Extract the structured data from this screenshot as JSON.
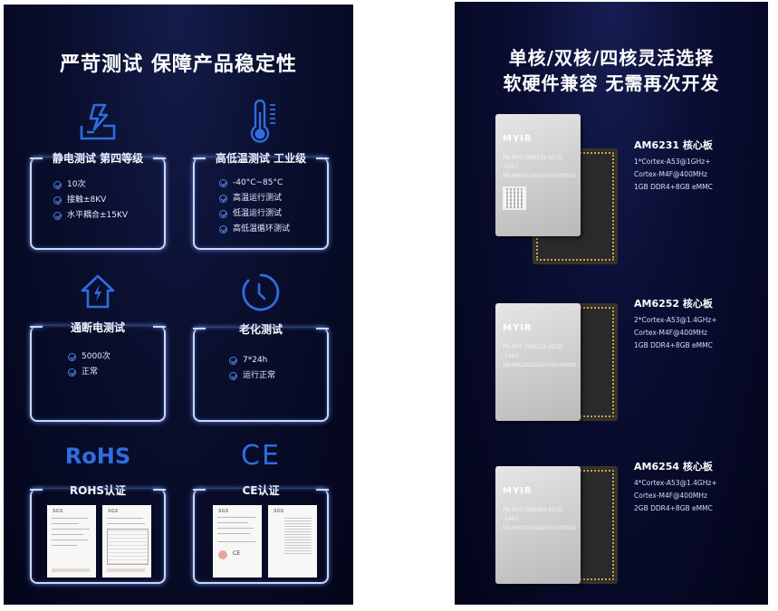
{
  "left_panel": {
    "title": "严苛测试 保障产品稳定性",
    "cards": [
      {
        "icon": "static-discharge-icon",
        "title": "静电测试 第四等级",
        "items": [
          "10次",
          "接触±8KV",
          "水平耦合±15KV"
        ]
      },
      {
        "icon": "thermometer-icon",
        "title": "高低温测试  工业级",
        "items": [
          "-40°C~85°C",
          "高温运行测试",
          "低温运行测试",
          "高低温循环测试"
        ]
      },
      {
        "icon": "power-house-icon",
        "title": "通断电测试",
        "items": [
          "5000次",
          "正常"
        ]
      },
      {
        "icon": "clock-icon",
        "title": "老化测试",
        "items": [
          "7*24h",
          "运行正常"
        ]
      },
      {
        "logo": "RoHS",
        "title": "ROHS认证",
        "doc_label": "SGS"
      },
      {
        "logo": "CE",
        "title": "CE认证",
        "doc_label": "SGS"
      }
    ]
  },
  "right_panel": {
    "title_line1": "单核/双核/四核灵活选择",
    "title_line2": "软硬件兼容 无需再次开发",
    "modules": [
      {
        "name": "AM6231 核心板",
        "specs": [
          "1*Cortex-A53@1GHz+",
          "Cortex-M4F@400MHz",
          "1GB DDR4+8GB eMMC"
        ],
        "chip_logo": "MYIR",
        "chip_pn": "PN:MYC-YM6231-8E1D",
        "chip_pn2": "-100-I",
        "chip_sn": "SN:WK2023062500030002"
      },
      {
        "name": "AM6252 核心板",
        "specs": [
          "2*Cortex-A53@1.4GHz+",
          "Cortex-M4F@400MHz",
          "1GB DDR4+8GB eMMC"
        ],
        "chip_logo": "MYIR",
        "chip_pn": "PN:MYC-YM6252-8E1D",
        "chip_pn2": "-140-I",
        "chip_sn": "SN:WK2023062500030002"
      },
      {
        "name": "AM6254 核心板",
        "specs": [
          "4*Cortex-A53@1.4GHz+",
          "Cortex-M4F@400MHz",
          "2GB DDR4+8GB eMMC"
        ],
        "chip_logo": "MYIR",
        "chip_pn": "PN:MYC-YM6254-8E2D",
        "chip_pn2": "-140-I",
        "chip_sn": "SN:WK2023062500030002"
      }
    ]
  },
  "colors": {
    "accent_blue": "#2f6de0",
    "frame_glow": "#c8d8ff",
    "background_dark": "#060a24"
  }
}
